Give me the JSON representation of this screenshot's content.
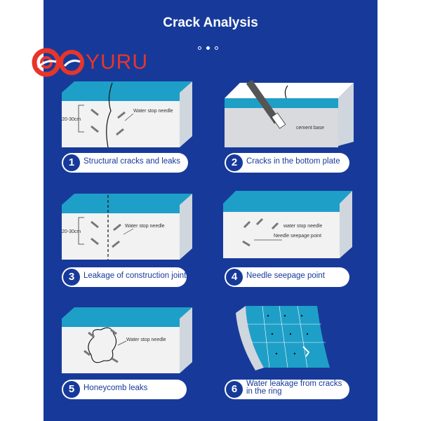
{
  "header": {
    "title": "Crack Analysis"
  },
  "brand": {
    "name": "YURU",
    "color": "#e8352a"
  },
  "carousel": {
    "dots": 3,
    "active_index": 1
  },
  "colors": {
    "panel": "#173a9a",
    "wall_top": "#1e9fc8",
    "wall_face": "#f2f2f2"
  },
  "panels": [
    {
      "number": "1",
      "label": "Structural cracks and leaks",
      "annotations": [
        "20-30cm",
        "Water stop needle"
      ]
    },
    {
      "number": "2",
      "label": "Cracks in the bottom plate",
      "annotations": [
        "cement base"
      ]
    },
    {
      "number": "3",
      "label": "Leakage of construction joints",
      "annotations": [
        "20-30cm",
        "Water stop needle"
      ]
    },
    {
      "number": "4",
      "label": "Needle seepage point",
      "annotations": [
        "water stop needle",
        "Needle seepage point"
      ]
    },
    {
      "number": "5",
      "label": "Honeycomb leaks",
      "annotations": [
        "Water stop needle"
      ]
    },
    {
      "number": "6",
      "label": "Water leakage from cracks in the ring",
      "annotations": []
    }
  ]
}
